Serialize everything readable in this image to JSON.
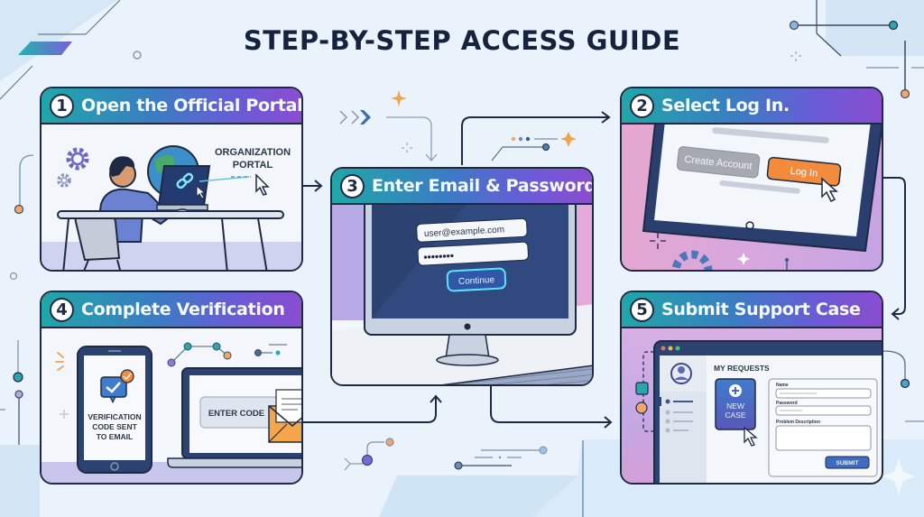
{
  "title": "STEP-BY-STEP ACCESS GUIDE",
  "colors": {
    "title": "#16233f",
    "outline": "#1e2a44",
    "header_gradient_start": "#1fa7a8",
    "header_gradient_end": "#8a4dd0",
    "accent_orange": "#f08a3c",
    "accent_teal": "#2aa6b0",
    "accent_purple": "#7b68d8",
    "background": "#eaf3fb"
  },
  "steps": [
    {
      "number": "1",
      "title": "Open the Official Portal.",
      "illustration": {
        "label_line1": "ORGANIZATION",
        "label_line2": "PORTAL",
        "icons": [
          "gear-icon",
          "globe-icon",
          "laptop-icon",
          "link-icon",
          "cursor-icon"
        ]
      }
    },
    {
      "number": "2",
      "title": "Select Log In.",
      "illustration": {
        "create_account_label": "Create Account",
        "login_label": "Log In",
        "icons": [
          "tablet-icon",
          "cursor-icon",
          "gear-icon"
        ]
      }
    },
    {
      "number": "3",
      "title": "Enter Email & Password.",
      "illustration": {
        "email_value": "user@example.com",
        "password_value": "••••••••",
        "continue_label": "Continue",
        "icons": [
          "monitor-icon",
          "keyboard-icon"
        ]
      }
    },
    {
      "number": "4",
      "title": "Complete Verification",
      "illustration": {
        "phone_line1": "VERIFICATION",
        "phone_line2": "CODE SENT",
        "phone_line3": "TO EMAIL",
        "enter_code_label": "ENTER CODE",
        "icons": [
          "phone-icon",
          "chat-check-icon",
          "laptop-icon",
          "envelope-icon"
        ]
      }
    },
    {
      "number": "5",
      "title": "Submit Support Case",
      "illustration": {
        "section_title": "MY REQUESTS",
        "new_case_line1": "NEW",
        "new_case_line2": "CASE",
        "field_name_label": "Name",
        "field_password_label": "Password",
        "field_problem_label": "Problem Description",
        "submit_label": "SUBMIT",
        "icons": [
          "browser-window-icon",
          "user-avatar-icon",
          "plus-icon",
          "cursor-icon"
        ]
      }
    }
  ]
}
